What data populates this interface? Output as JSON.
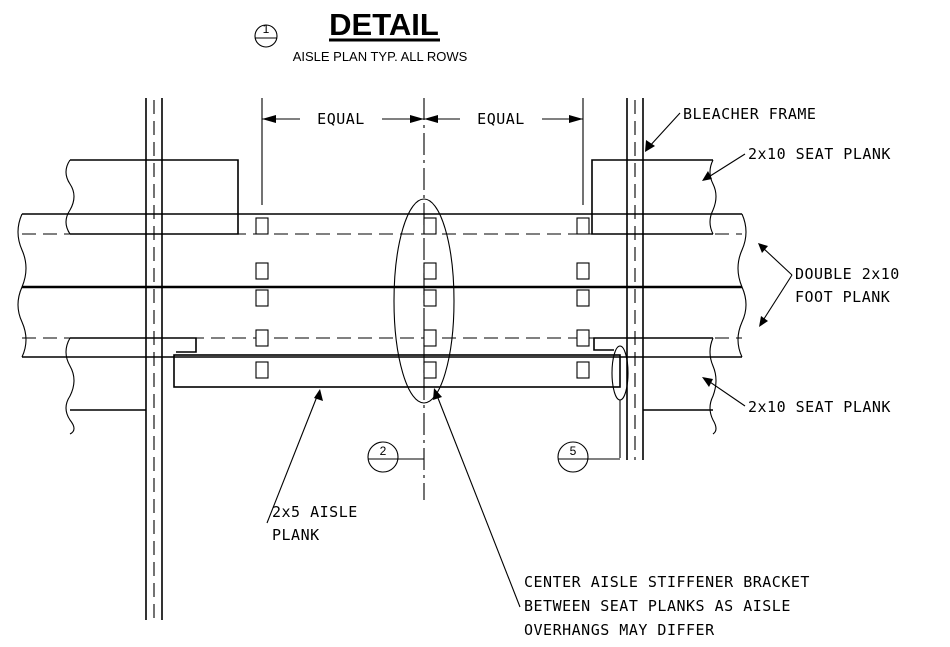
{
  "header": {
    "detail_number": "1",
    "title": "DETAIL",
    "subtitle": "AISLE PLAN TYP. ALL ROWS"
  },
  "dimensions": {
    "left": "EQUAL",
    "right": "EQUAL"
  },
  "callouts": {
    "bleacher_frame": "BLEACHER FRAME",
    "seat_plank_top": "2x10 SEAT PLANK",
    "foot_plank_line1": "DOUBLE 2x10",
    "foot_plank_line2": "FOOT PLANK",
    "seat_plank_bottom": "2x10 SEAT PLANK",
    "aisle_plank_line1": "2x5 AISLE",
    "aisle_plank_line2": "PLANK",
    "stiffener_line1": "CENTER AISLE STIFFENER BRACKET",
    "stiffener_line2": "BETWEEN SEAT PLANKS AS AISLE",
    "stiffener_line3": "OVERHANGS MAY DIFFER"
  },
  "detail_refs": {
    "ref_a": "2",
    "ref_b": "5"
  }
}
